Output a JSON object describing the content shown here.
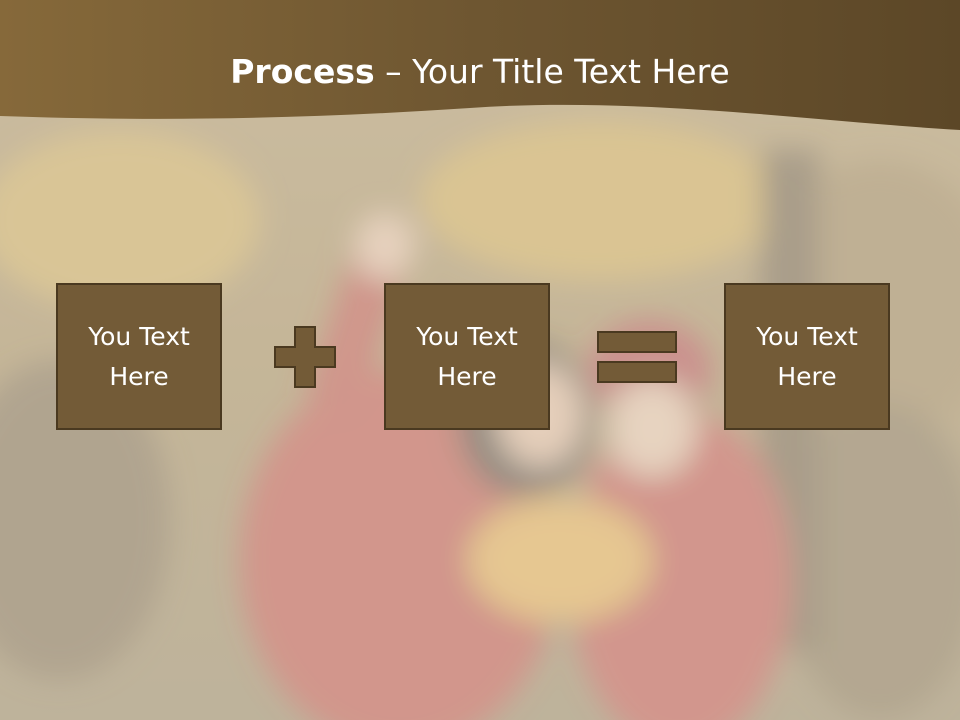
{
  "slide": {
    "title_bold": "Process",
    "title_rest": " – Your Title Text Here",
    "boxes": [
      {
        "text": "You Text Here"
      },
      {
        "text": "You Text Here"
      },
      {
        "text": "You Text Here"
      }
    ],
    "operators": [
      "plus-icon",
      "equals-icon"
    ]
  },
  "colors": {
    "header": "#6e5631",
    "box_fill": "#735b37",
    "box_border": "#4a3920",
    "text": "#ffffff"
  }
}
